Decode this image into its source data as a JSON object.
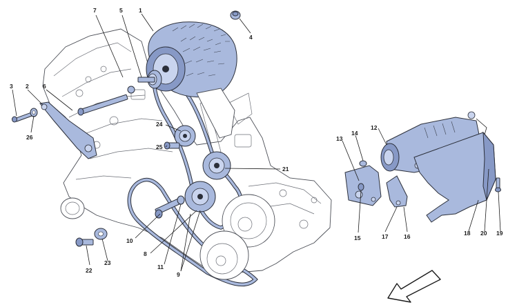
{
  "diagram": {
    "labels": {
      "p1": "1",
      "p2": "2",
      "p3": "3",
      "p4": "4",
      "p5": "5",
      "p6": "6",
      "p7": "7",
      "p8": "8",
      "p9": "9",
      "p10": "10",
      "p11": "11",
      "p12": "12",
      "p13": "13",
      "p14": "14",
      "p15": "15",
      "p16": "16",
      "p17": "17",
      "p18": "18",
      "p19": "19",
      "p20": "20",
      "p21": "21",
      "p22": "22",
      "p23": "23",
      "p24": "24",
      "p25": "25",
      "p26": "26"
    },
    "colors": {
      "part_fill": "#a9b9dd",
      "outline": "#2b2f3a",
      "engine_outline": "#4a4d55"
    },
    "icons": {
      "direction_arrow": "front-direction-arrow-icon"
    }
  }
}
